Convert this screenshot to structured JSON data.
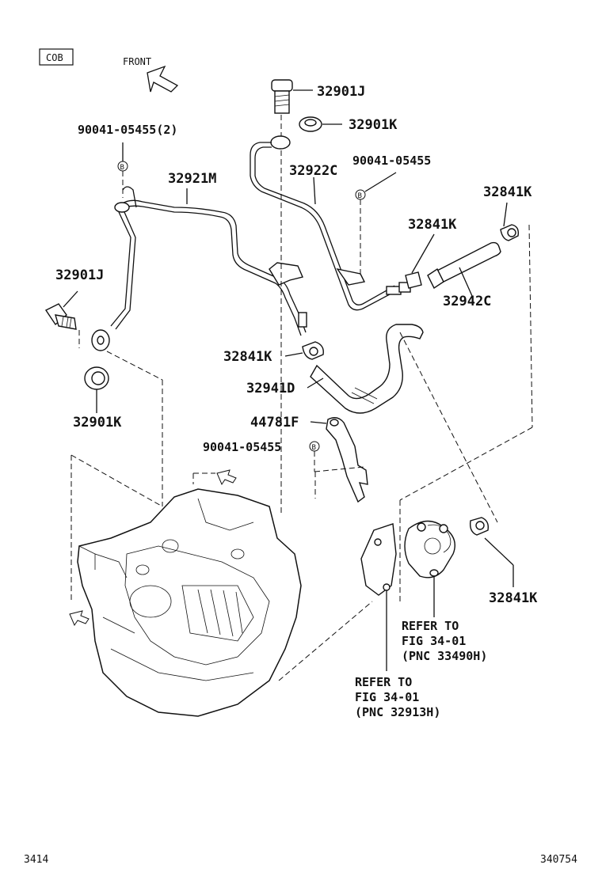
{
  "header": {
    "code_box": "COB",
    "front_label": "FRONT"
  },
  "labels": {
    "p32901J_top": "32901J",
    "p32901K_top": "32901K",
    "p90041_2": "90041-05455(2)",
    "p90041_a": "90041-05455",
    "p32922C": "32922C",
    "p32921M": "32921M",
    "p32841K_a": "32841K",
    "p32841K_b": "32841K",
    "p32901J_left": "32901J",
    "p32942C": "32942C",
    "p32841K_c": "32841K",
    "p32941D": "32941D",
    "p44781F": "44781F",
    "p90041_b": "90041-05455",
    "p32901K_left": "32901K",
    "p32841K_d": "32841K",
    "bolt_mark": "B"
  },
  "refer_notes": [
    {
      "line1": "REFER TO",
      "line2": "FIG 34-01",
      "line3": "(PNC 33490H)"
    },
    {
      "line1": "REFER TO",
      "line2": "FIG 34-01",
      "line3": "(PNC 32913H)"
    }
  ],
  "footer": {
    "left_code": "3414",
    "right_code": "340754"
  }
}
